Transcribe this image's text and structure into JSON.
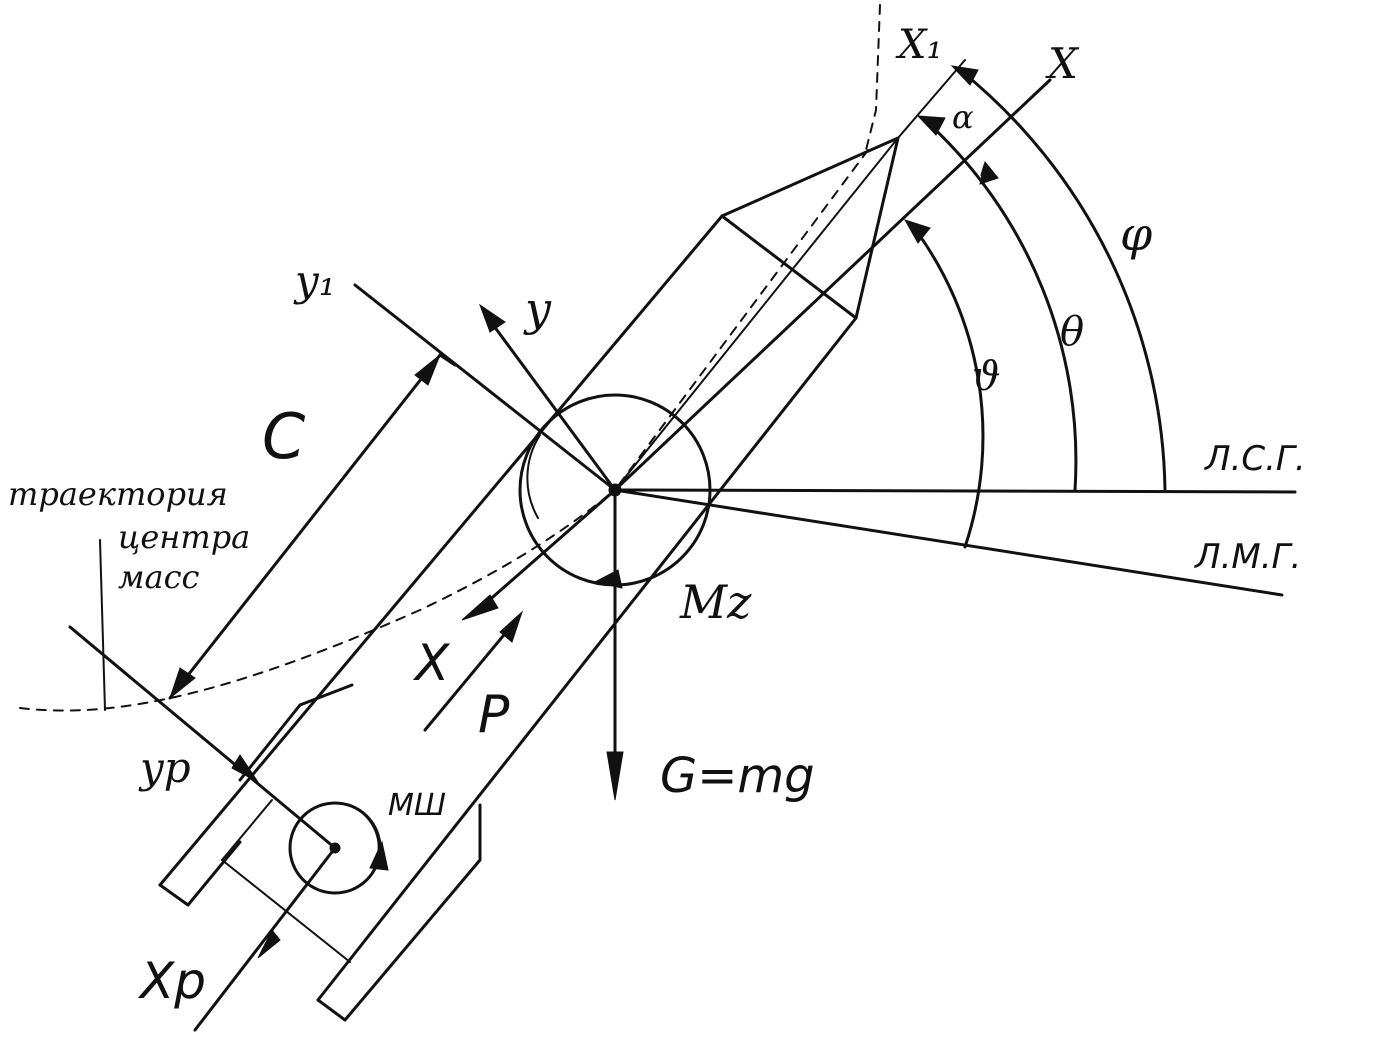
{
  "labels": {
    "x1": "X₁",
    "x": "X",
    "alpha": "α",
    "phi": "φ",
    "theta": "θ",
    "vartheta": "ϑ",
    "lsg": "Л.С.Г.",
    "lmg": "Л.М.Г.",
    "y1": "y₁",
    "y": "y",
    "c": "C",
    "trajectory_line1": "траектория",
    "trajectory_line2": "центра",
    "trajectory_line3": "масс",
    "x_velocity": "X",
    "p": "P",
    "mz": "Mz",
    "g": "G=mg",
    "yp": "yp",
    "msh": "МШ",
    "xp": "Xp"
  },
  "colors": {
    "ink": "#111111",
    "paper": "#ffffff"
  }
}
